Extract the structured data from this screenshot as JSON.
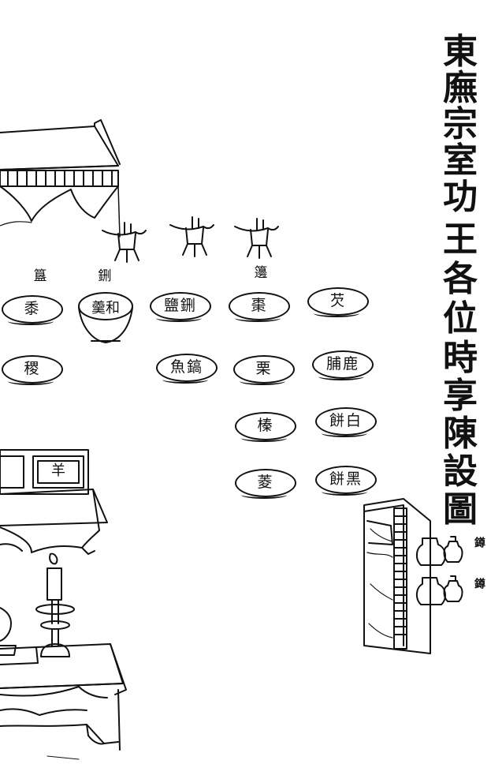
{
  "title_chars": [
    "東",
    "廡",
    "宗",
    "室",
    "功",
    "王",
    "各",
    "位",
    "時",
    "享",
    "陳",
    "設",
    "圖"
  ],
  "seals": [
    "鐏",
    "鐏"
  ],
  "vessel_labels": {
    "gui": "簋",
    "xing": "鉶",
    "bian": "籩"
  },
  "xing_bowl": "羹和",
  "dishes": [
    {
      "id": "shu",
      "text": "黍"
    },
    {
      "id": "ji",
      "text": "稷"
    },
    {
      "id": "yan-xing",
      "text": "鹽鉶"
    },
    {
      "id": "yu-gao",
      "text": "魚鎬"
    },
    {
      "id": "zao",
      "text": "棗"
    },
    {
      "id": "li",
      "text": "栗"
    },
    {
      "id": "zhen",
      "text": "榛"
    },
    {
      "id": "ling",
      "text": "菱"
    },
    {
      "id": "qian",
      "text": "芡"
    },
    {
      "id": "lu-fu",
      "text": "脯鹿"
    },
    {
      "id": "bai-bing",
      "text": "餅白"
    },
    {
      "id": "hei-bing",
      "text": "餅黑"
    }
  ],
  "plaques": {
    "left": "",
    "right": "羊"
  }
}
